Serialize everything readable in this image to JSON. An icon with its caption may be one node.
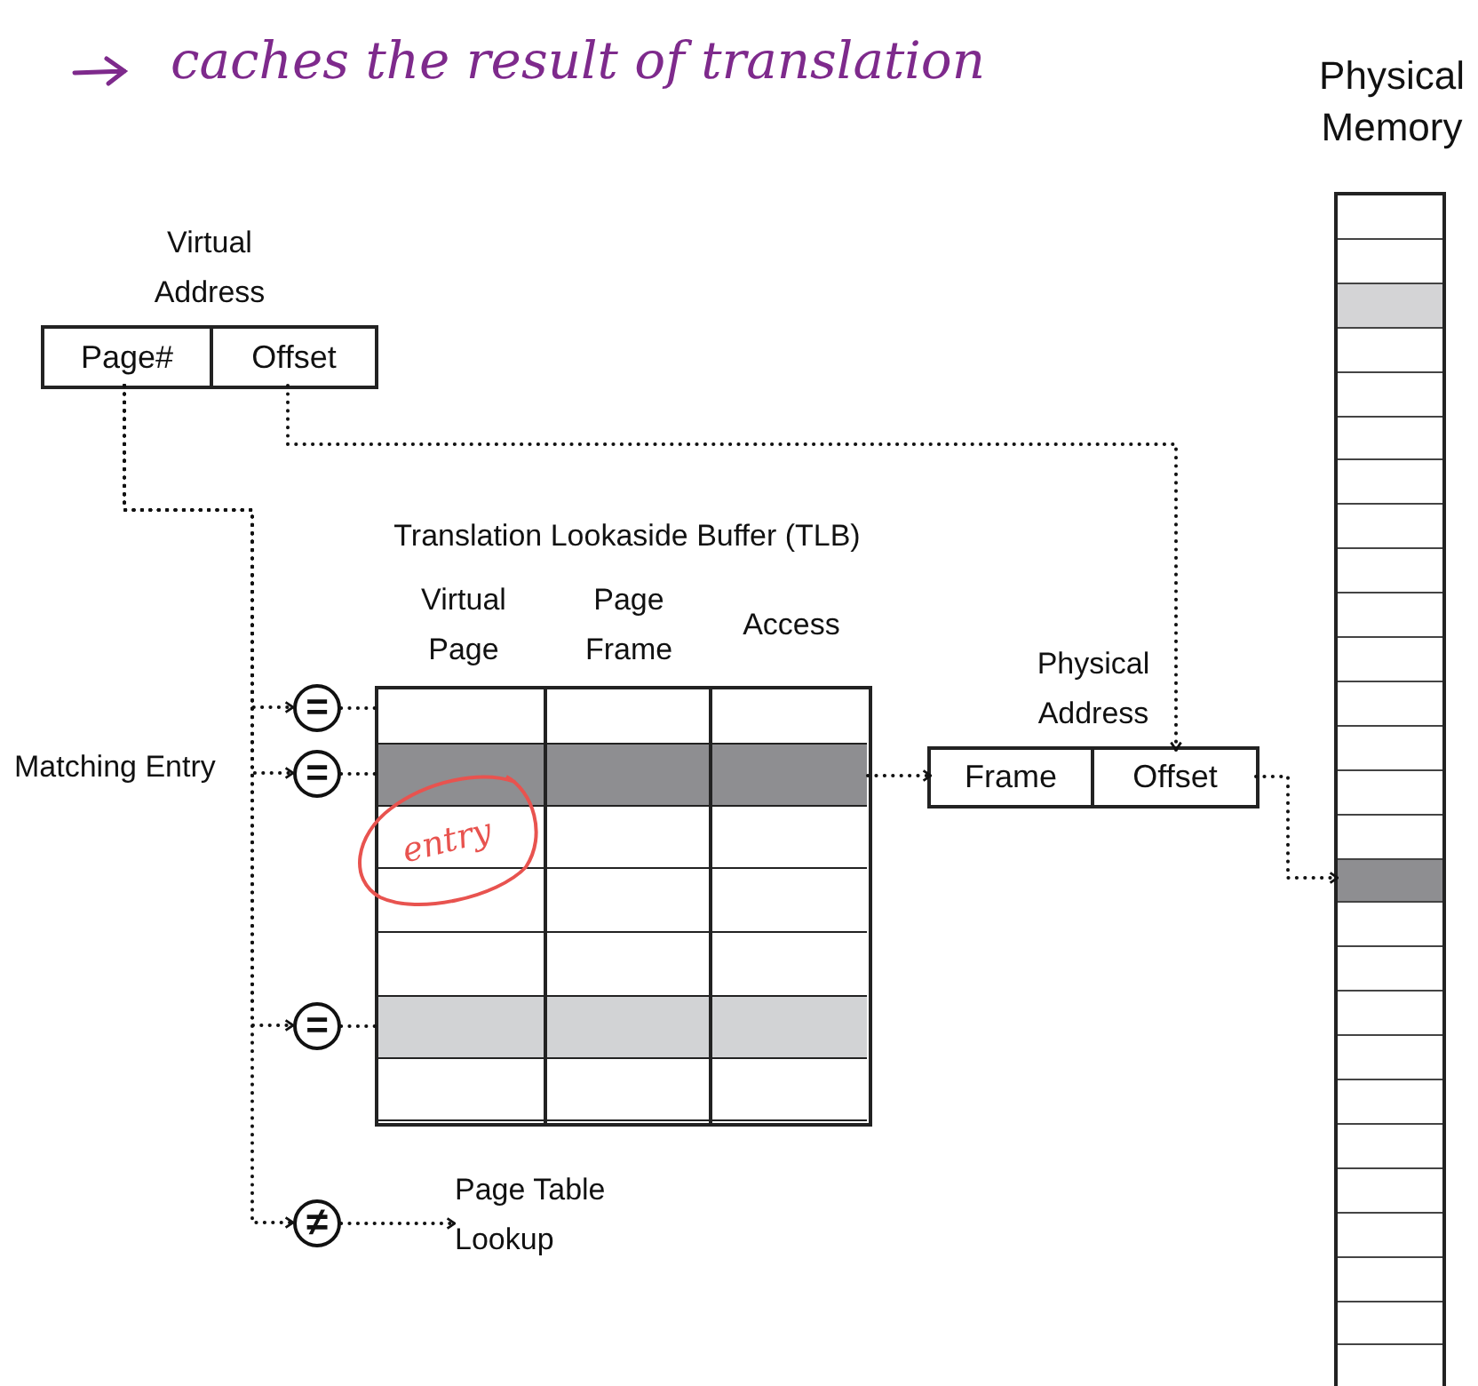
{
  "diagram": {
    "nodes": [
      {
        "text": [
          "Virtual Address"
        ]
      },
      {
        "text": [
          "Page#"
        ],
        "in": 0
      },
      {
        "text": [
          "Offset"
        ],
        "in": 0
      },
      {
        "text": [
          "Translation Lookaside Buffer (TLB)",
          "Virtual Page",
          "Page Frame",
          "Access"
        ]
      },
      {
        "text": [],
        "shape": "bar",
        "in": 3
      },
      {
        "text": [],
        "shape": "bar",
        "in": 3
      },
      {
        "text": [],
        "shape": "bar",
        "in": 3
      },
      {
        "text": [],
        "shape": "bar",
        "in": 3
      },
      {
        "text": [],
        "shape": "bar",
        "in": 3
      },
      {
        "text": [],
        "shape": "bar",
        "in": 3
      },
      {
        "text": [],
        "shape": "bar",
        "in": 3
      },
      {
        "text": [
          "="
        ]
      },
      {
        "text": [
          "="
        ]
      },
      {
        "text": [
          "="
        ]
      },
      {
        "text": [
          "≠"
        ]
      },
      {
        "text": [
          "Page Table Lookup"
        ]
      },
      {
        "text": [
          "Physical Address"
        ]
      },
      {
        "text": [
          "Frame"
        ],
        "in": 16
      },
      {
        "text": [
          "Offset"
        ],
        "in": 16
      },
      {
        "text": [
          "Physical Memory"
        ]
      },
      {
        "text": [],
        "shape": "bar",
        "in": 19
      },
      {
        "text": [],
        "shape": "bar",
        "in": 19
      },
      {
        "text": [],
        "shape": "bar",
        "in": 19
      },
      {
        "text": [],
        "shape": "bar",
        "in": 19
      },
      {
        "text": [],
        "shape": "bar",
        "in": 19
      },
      {
        "text": [],
        "shape": "bar",
        "in": 19
      },
      {
        "text": [],
        "shape": "bar",
        "in": 19
      },
      {
        "text": [],
        "shape": "bar",
        "in": 19
      },
      {
        "text": [],
        "shape": "bar",
        "in": 19
      },
      {
        "text": [],
        "shape": "bar",
        "in": 19
      },
      {
        "text": [],
        "shape": "bar",
        "in": 19
      },
      {
        "text": [],
        "shape": "bar",
        "in": 19
      },
      {
        "text": [],
        "shape": "bar",
        "in": 19
      },
      {
        "text": [],
        "shape": "bar",
        "in": 19
      },
      {
        "text": [],
        "shape": "bar",
        "in": 19
      },
      {
        "text": [],
        "shape": "bar",
        "in": 19
      },
      {
        "text": [],
        "shape": "bar",
        "in": 19
      },
      {
        "text": [],
        "shape": "bar",
        "in": 19
      },
      {
        "text": [],
        "shape": "bar",
        "in": 19
      },
      {
        "text": [],
        "shape": "bar",
        "in": 19
      },
      {
        "text": [],
        "shape": "bar",
        "in": 19
      },
      {
        "text": [],
        "shape": "bar",
        "in": 19
      },
      {
        "text": [],
        "shape": "bar",
        "in": 19
      },
      {
        "text": [],
        "shape": "bar",
        "in": 19
      },
      {
        "text": [],
        "shape": "bar",
        "in": 19
      },
      {
        "text": [],
        "shape": "bar",
        "in": 19
      },
      {
        "text": [],
        "shape": "bar",
        "in": 19
      }
    ],
    "edges": [
      {
        "from": 1,
        "to": 11,
        "arrow": "to"
      },
      {
        "from": 1,
        "to": 12,
        "arrow": "to"
      },
      {
        "from": 1,
        "to": 13,
        "arrow": "to"
      },
      {
        "from": 1,
        "to": 14,
        "arrow": "to"
      },
      {
        "from": 11,
        "to": 4,
        "arrow": "none"
      },
      {
        "from": 12,
        "to": 5,
        "arrow": "none"
      },
      {
        "from": 5,
        "to": 17,
        "arrow": "to"
      },
      {
        "from": 13,
        "to": 9,
        "arrow": "none"
      },
      {
        "from": 14,
        "to": 15,
        "arrow": "to"
      },
      {
        "from": 2,
        "to": 18,
        "arrow": "to"
      },
      {
        "from": 18,
        "to": 35,
        "arrow": "to"
      }
    ],
    "labels": [
      "caches the result of translation",
      "Matching Entry",
      "entry"
    ]
  }
}
